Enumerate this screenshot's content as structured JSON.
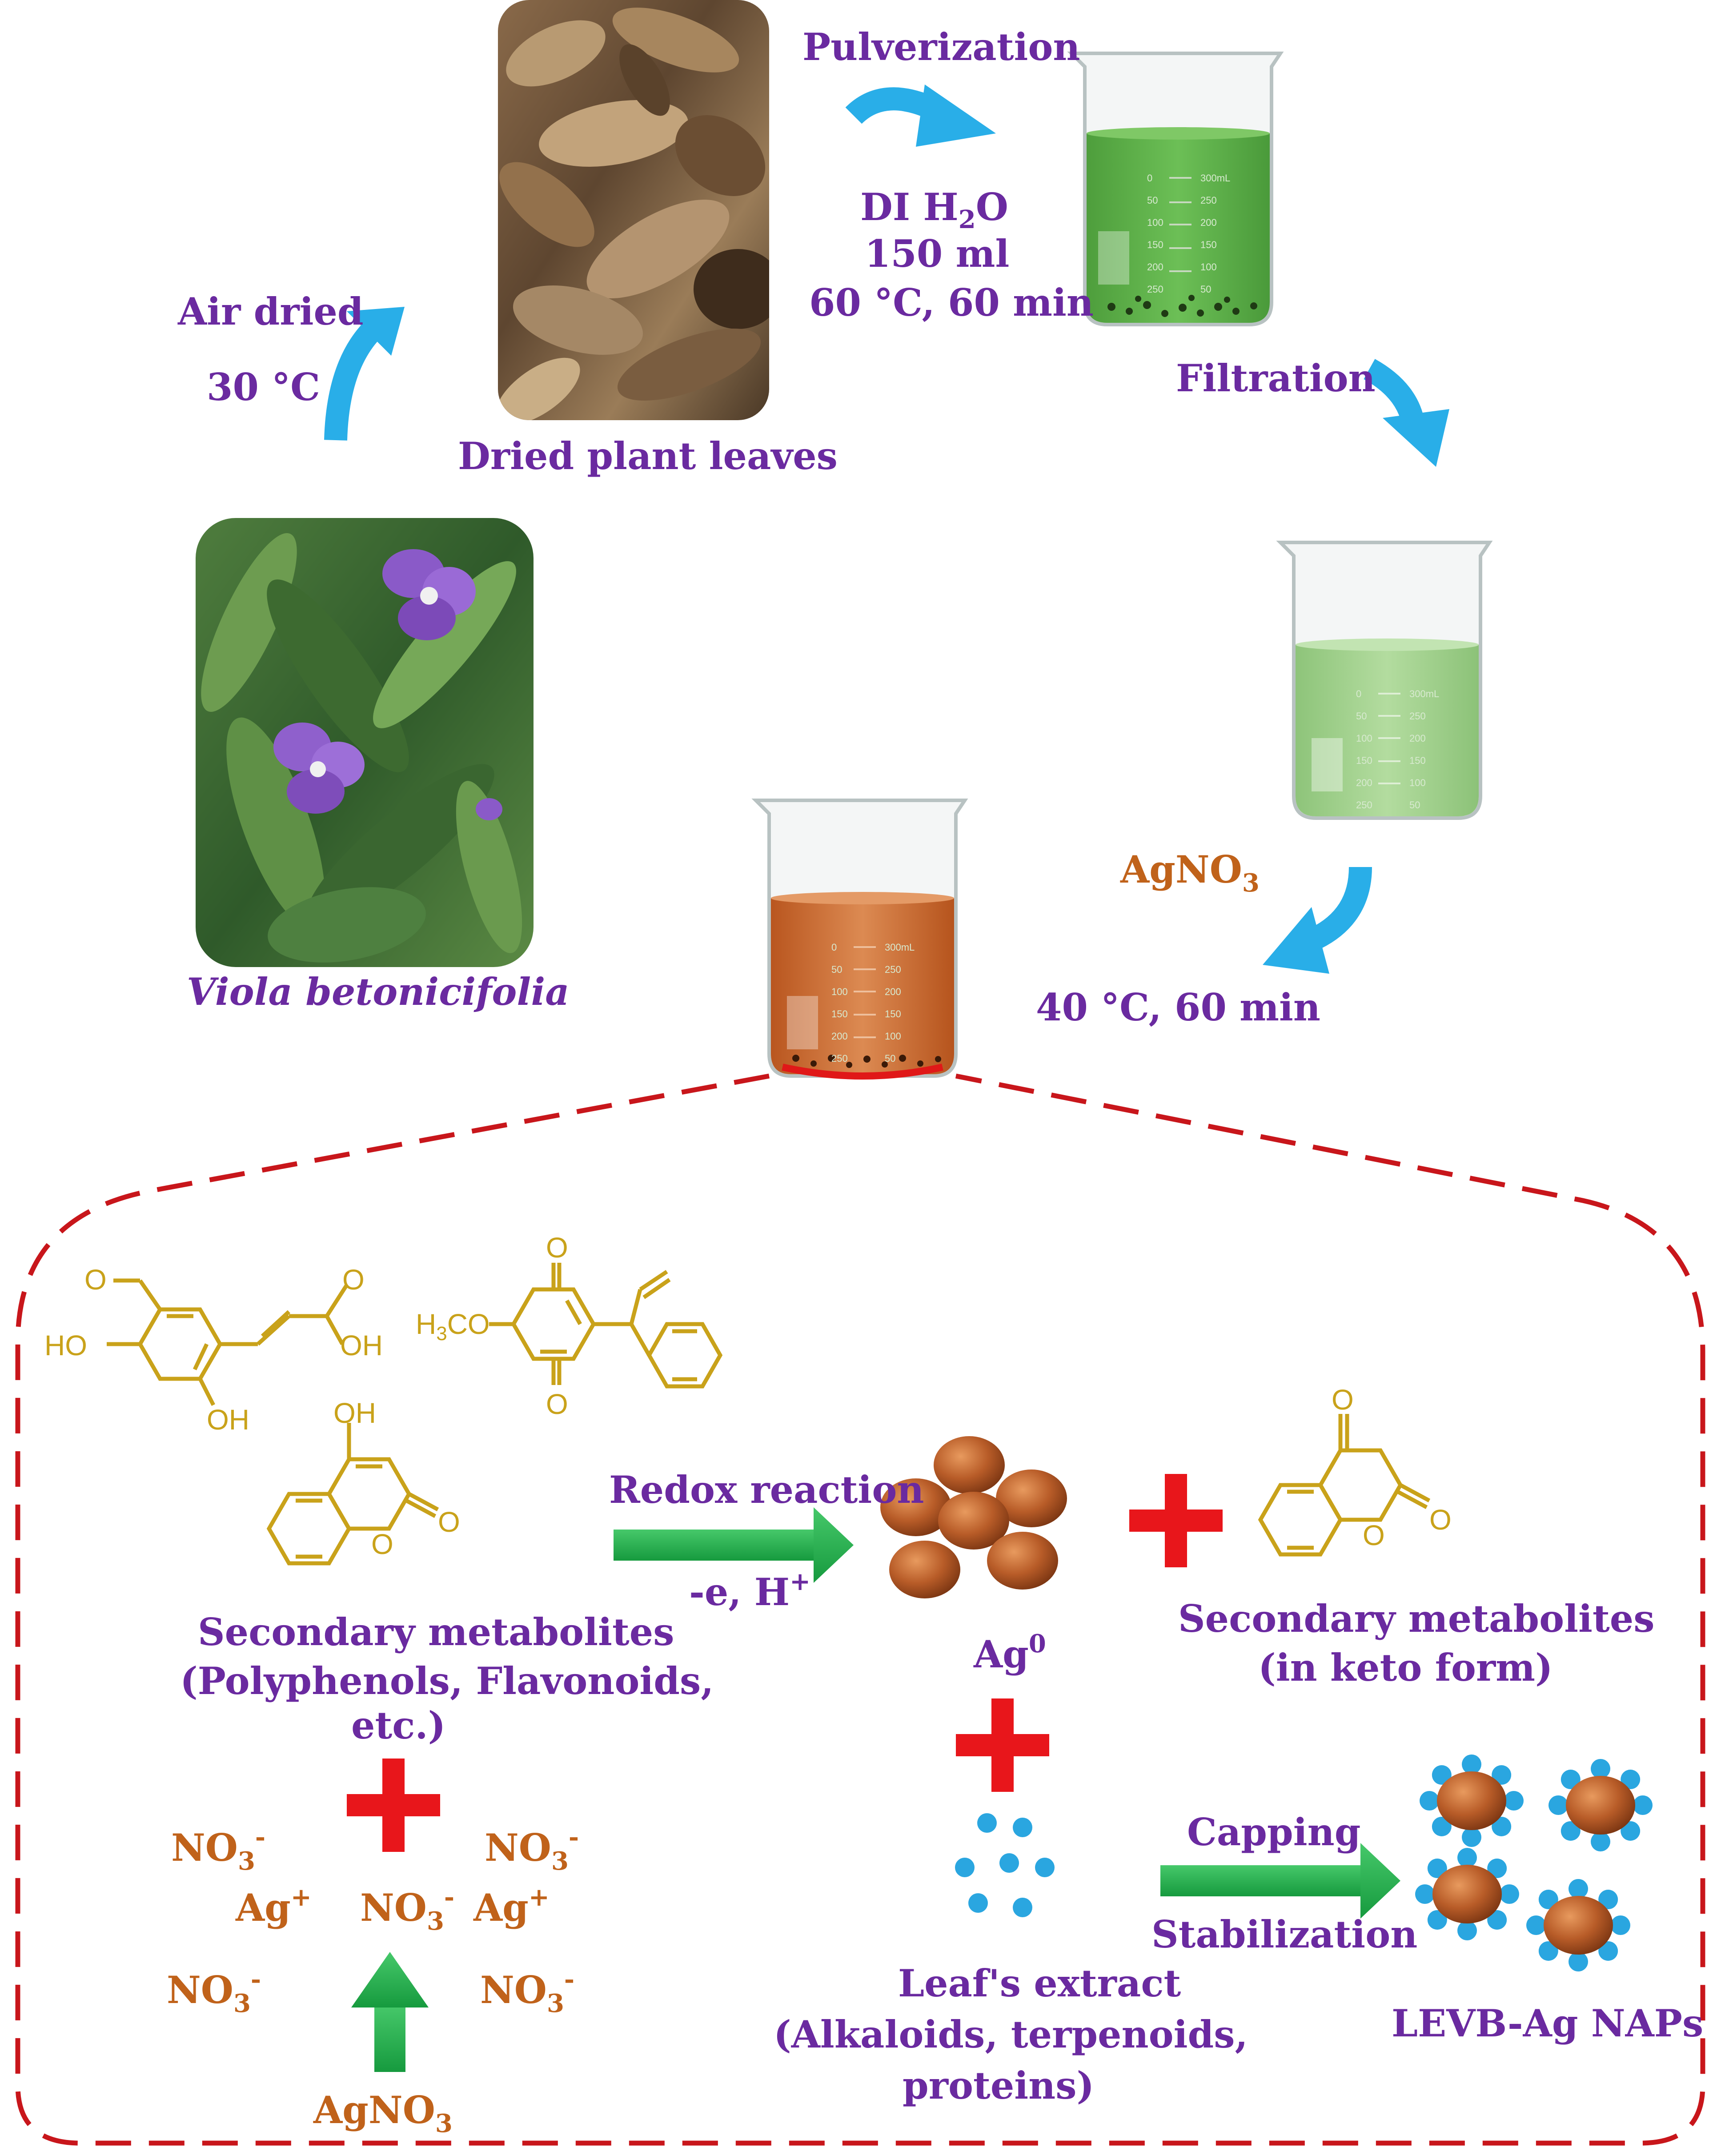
{
  "labels": {
    "air_dried": "Air dried",
    "air_temp": "30 °C",
    "dried_leaves": "Dried plant leaves",
    "pulverization": "Pulverization",
    "di_water": "DI H",
    "di_water_sub": "2",
    "di_water_tail": "O",
    "volume": "150 ml",
    "extract_cond": "60 °C, 60 min",
    "filtration": "Filtration",
    "agno3_top": "AgNO",
    "agno3_top_sub": "3",
    "reaction_cond": "40 °C, 60 min",
    "plant_name": "Viola betonicifolia",
    "redox": "Redox reaction",
    "redox_sub": "-e, H",
    "redox_sup": "+",
    "sec_met_1": "Secondary metabolites",
    "sec_met_2": "(Polyphenols, Flavonoids,",
    "sec_met_3": "etc.)",
    "ag0": "Ag",
    "ag0_sup": "0",
    "keto_1": "Secondary metabolites",
    "keto_2": "(in keto form)",
    "leaf_1": "Leaf's extract",
    "leaf_2": "(Alkaloids, terpenoids,",
    "leaf_3": "proteins)",
    "capping": "Capping",
    "stabilization": "Stabilization",
    "product": "LEVB-Ag NAPs",
    "no3": "NO",
    "no3_sub": "3",
    "no3_sup": "-",
    "ag_plus": "Ag",
    "ag_plus_sup": "+",
    "agno3_bottom": "AgNO",
    "agno3_bottom_sub": "3"
  },
  "chem": {
    "h3co": "H",
    "h3co_sub": "3",
    "h3co_tail": "CO",
    "ho": "HO",
    "oh": "OH",
    "o": "O"
  },
  "beaker": {
    "scale_left": [
      "0",
      "50",
      "100",
      "150",
      "200",
      "250"
    ],
    "scale_right": [
      "300mL",
      "250",
      "200",
      "150",
      "100",
      "50"
    ]
  },
  "colors": {
    "title_text": "#6a2aa0",
    "reagent_text": "#c0621a",
    "curved_arrow": "#29aee8",
    "green_arrow": "#1fa84a",
    "plus": "#e8161b",
    "dashed_border": "#c8161b",
    "molecule": "#c9a21a",
    "nanoparticle": "#b85c28",
    "capping_dot": "#2aa6e0",
    "green_extract": "#5aae4a",
    "filtered_extract": "#9fd08a",
    "orange_solution": "#c8662e"
  }
}
